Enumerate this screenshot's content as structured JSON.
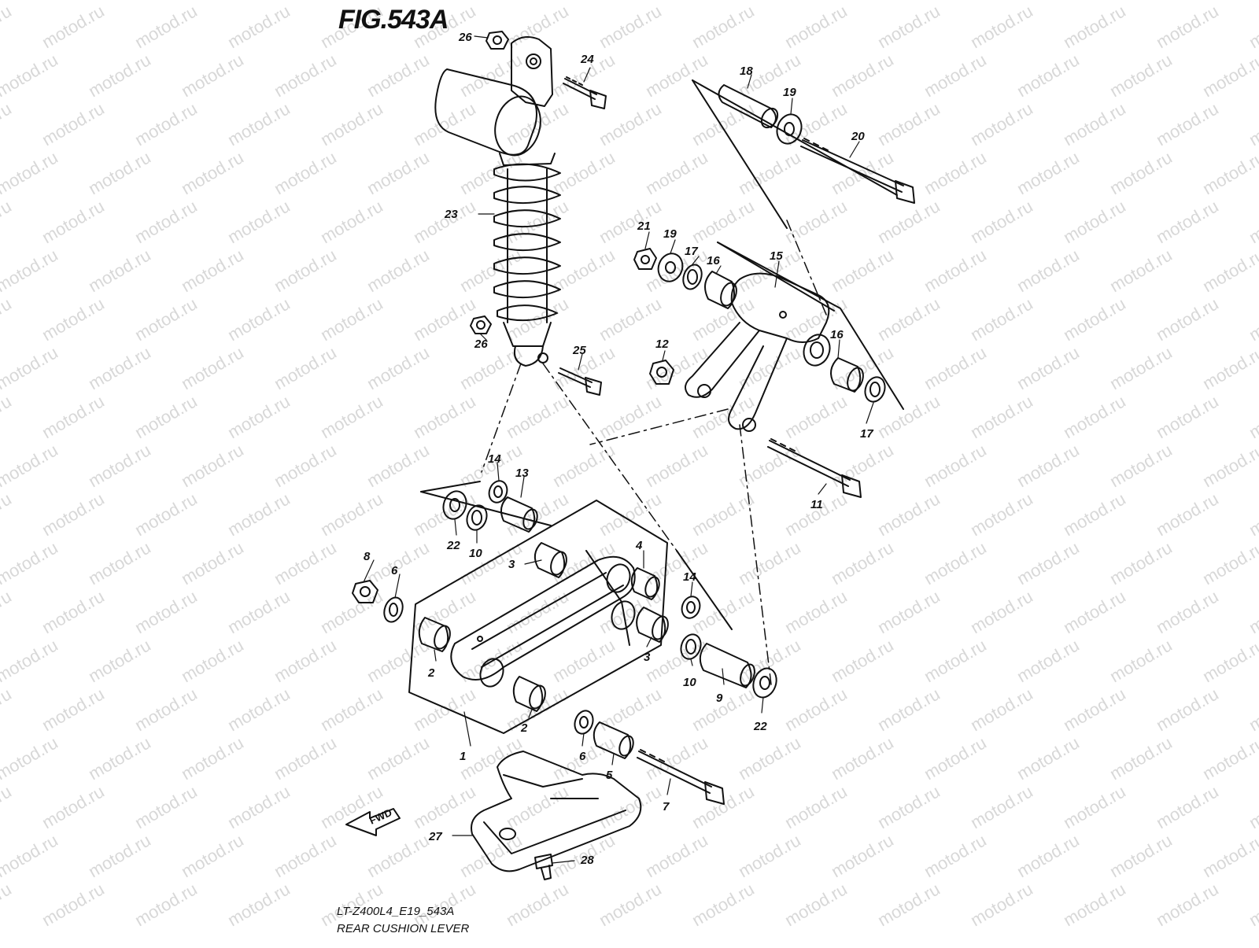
{
  "figure": {
    "title": "FIG.543A",
    "model_code": "LT-Z400L4_E19_543A",
    "name": "REAR CUSHION LEVER"
  },
  "watermark": "motod.ru",
  "fwd_label": "FWD",
  "callouts": [
    "26",
    "24",
    "18",
    "19",
    "20",
    "23",
    "21",
    "19",
    "17",
    "16",
    "15",
    "26",
    "25",
    "12",
    "16",
    "17",
    "11",
    "14",
    "13",
    "22",
    "10",
    "8",
    "6",
    "3",
    "4",
    "14",
    "2",
    "3",
    "10",
    "9",
    "22",
    "2",
    "1",
    "6",
    "5",
    "7",
    "27",
    "28"
  ],
  "colors": {
    "line": "#111111",
    "watermark": "#d8d8d8",
    "background": "#ffffff"
  }
}
